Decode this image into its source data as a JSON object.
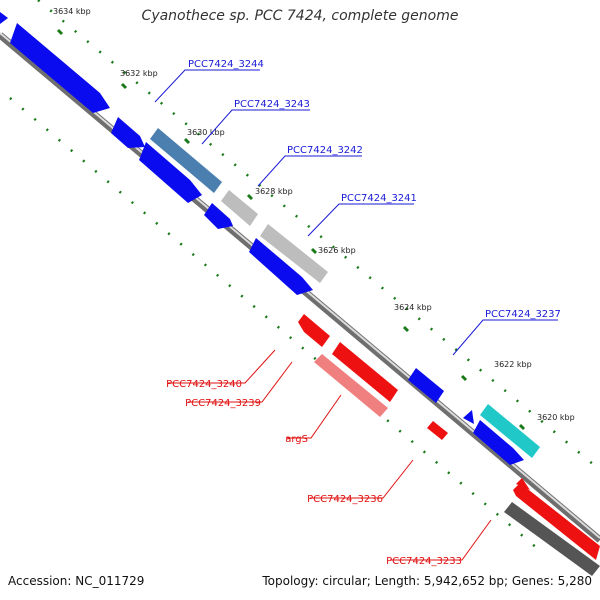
{
  "title": "Cyanothece sp. PCC 7424, complete genome",
  "footer": {
    "accession": "Accession: NC_011729",
    "summary": "Topology: circular; Length: 5,942,652 bp; Genes: 5,280"
  },
  "ticks": [
    "3634 kbp",
    "3632 kbp",
    "3630 kbp",
    "3628 kbp",
    "3626 kbp",
    "3624 kbp",
    "3622 kbp",
    "3620 kbp"
  ],
  "genes_forward": [
    "PCC7424_3244",
    "PCC7424_3243",
    "PCC7424_3242",
    "PCC7424_3241",
    "PCC7424_3237"
  ],
  "genes_reverse": [
    "PCC7424_3240",
    "PCC7424_3239",
    "argS",
    "PCC7424_3236",
    "PCC7424_3233"
  ],
  "colors": {
    "forward_label": "#1a1ad6",
    "reverse_label": "#e01010",
    "cds_blue": "#0b0bef",
    "cds_red": "#ee1111",
    "steel": "#4a7fb0",
    "gray": "#b8b8b8",
    "cyan": "#20c8c8",
    "dark": "#555555",
    "tick": "#1a7a1a"
  }
}
